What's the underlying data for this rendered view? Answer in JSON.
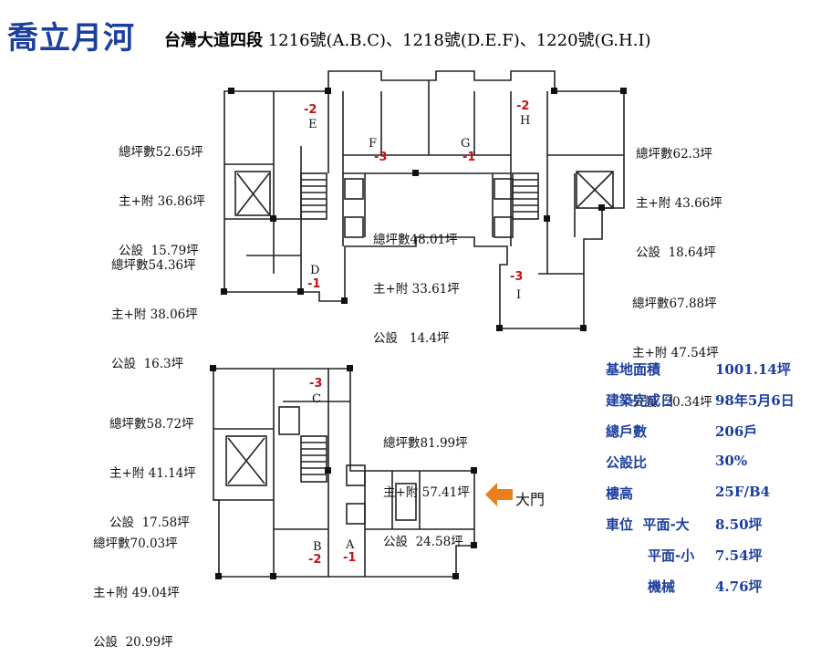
{
  "header": {
    "title": "喬立月河",
    "subtitle_road": "台灣大道四段",
    "subtitle_units": " 1216號(A.B.C)、1218號(D.E.F)、1220號(G.H.I)"
  },
  "units": {
    "E": {
      "letter": "E",
      "floors": "-2",
      "total": "總坪數52.65坪",
      "main": "主+附 36.86坪",
      "public": "公設  15.79坪"
    },
    "D": {
      "letter": "D",
      "floors": "-1",
      "total": "總坪數54.36坪",
      "main": "主+附 38.06坪",
      "public": "公設  16.3坪"
    },
    "F": {
      "letter": "F",
      "floors": "-3",
      "total": "總坪數48.01坪",
      "main": "主+附 33.61坪",
      "public": "公設   14.4坪"
    },
    "G": {
      "letter": "G",
      "floors": "-1"
    },
    "H": {
      "letter": "H",
      "floors": "-2",
      "total": "總坪數62.3坪",
      "main": "主+附 43.66坪",
      "public": "公設  18.64坪"
    },
    "I": {
      "letter": "I",
      "floors": "-3",
      "total": "總坪數67.88坪",
      "main": "主+附 47.54坪",
      "public": "公設  20.34坪"
    },
    "C": {
      "letter": "C",
      "floors": "-3",
      "total": "總坪數58.72坪",
      "main": "主+附 41.14坪",
      "public": "公設  17.58坪"
    },
    "A": {
      "letter": "A",
      "floors": "-1",
      "total": "總坪數81.99坪",
      "main": "主+附 57.41坪",
      "public": "公設  24.58坪"
    },
    "B": {
      "letter": "B",
      "floors": "-2",
      "total": "總坪數70.03坪",
      "main": "主+附 49.04坪",
      "public": "公設  20.99坪"
    }
  },
  "gate": {
    "label": "大門",
    "color": "#e8801e"
  },
  "stats": [
    {
      "label": "基地面積",
      "value": "1001.14坪"
    },
    {
      "label": "建築完成日",
      "value": "98年5月6日"
    },
    {
      "label": "總戶數",
      "value": "206戶"
    },
    {
      "label": "公設比",
      "value": "30%"
    },
    {
      "label": "樓高",
      "value": "25F/B4"
    },
    {
      "label": "車位  平面-大",
      "value": "8.50坪"
    },
    {
      "label": "平面-小",
      "value": "7.54坪"
    },
    {
      "label": "機械",
      "value": "4.76坪"
    }
  ],
  "colors": {
    "accent": "#1c3f9e",
    "floor_num": "#c0161a"
  }
}
